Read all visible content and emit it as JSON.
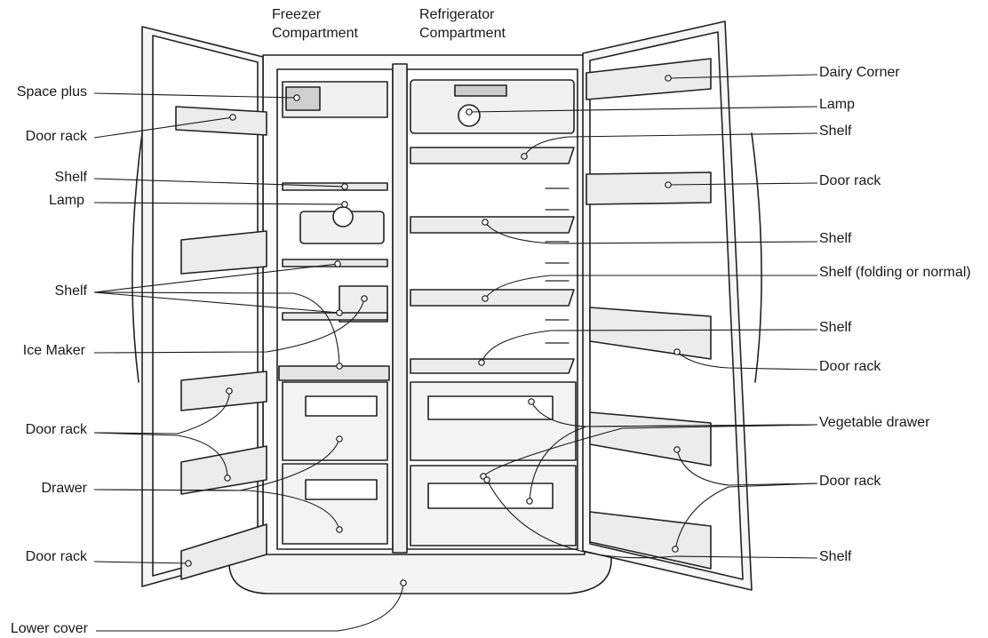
{
  "headers": {
    "freezer": [
      "Freezer",
      "Compartment"
    ],
    "refrigerator": [
      "Refrigerator",
      "Compartment"
    ]
  },
  "labels": {
    "left": [
      "Space plus",
      "Door rack",
      "Shelf",
      "Lamp",
      "Shelf",
      "Ice Maker",
      "Door rack",
      "Drawer",
      "Door rack",
      "Lower cover"
    ],
    "right": [
      "Dairy Corner",
      "Lamp",
      "Shelf",
      "Door rack",
      "Shelf",
      "Shelf (folding or normal)",
      "Shelf",
      "Door rack",
      "Vegetable drawer",
      "Door rack",
      "Shelf"
    ]
  }
}
